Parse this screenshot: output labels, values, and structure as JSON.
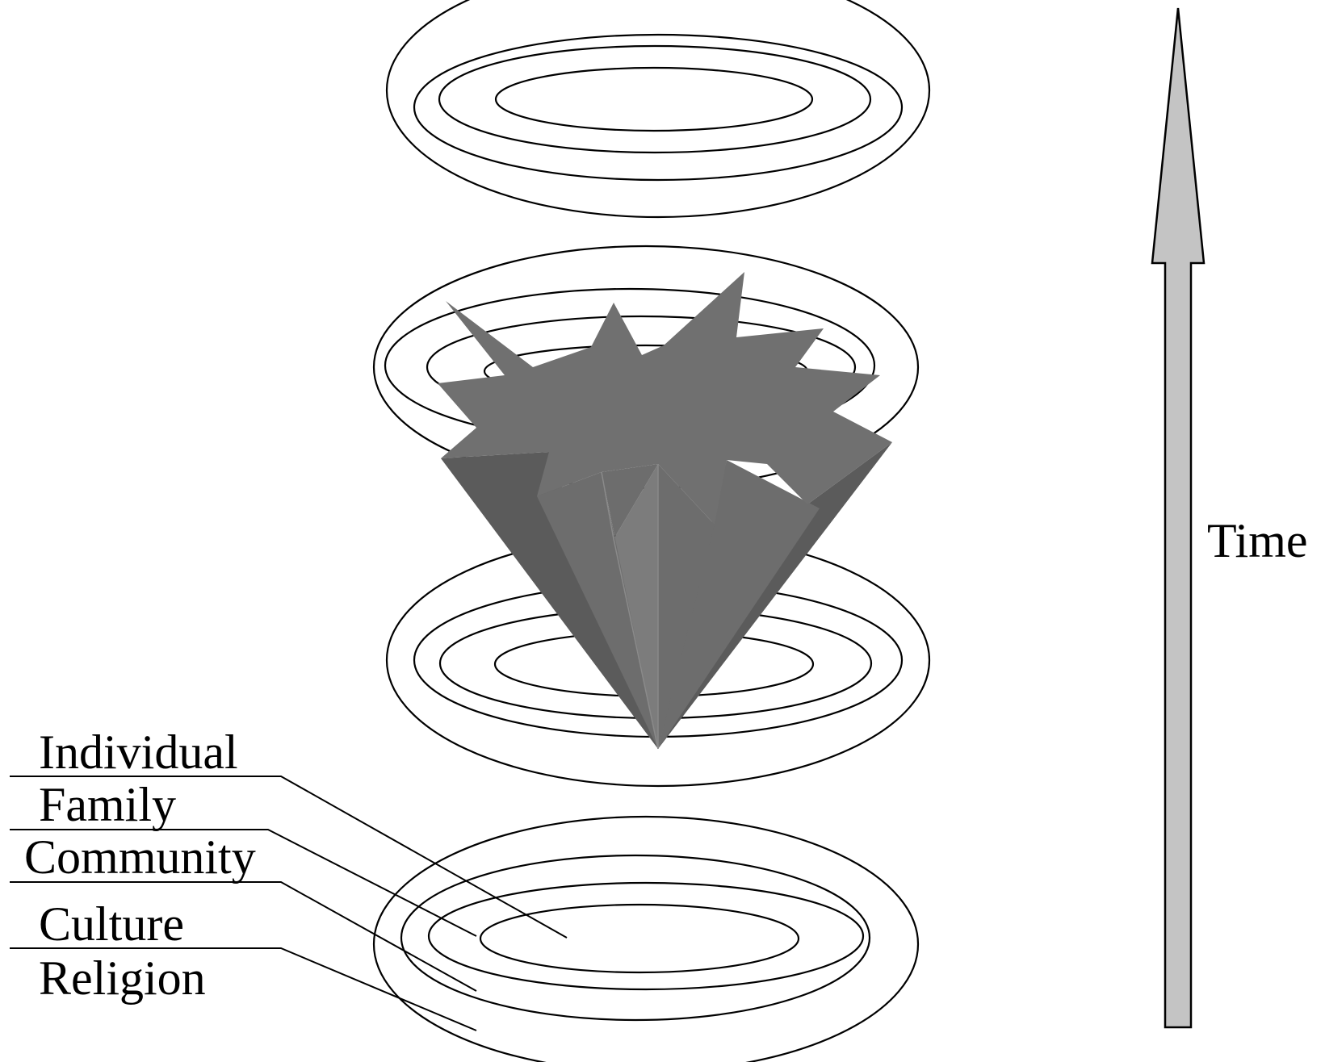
{
  "diagram": {
    "layer_labels": [
      "Individual",
      "Family",
      "Community",
      "Culture",
      "Religion"
    ],
    "axis_label": "Time",
    "ring_stroke_color": "#000000",
    "shape_colors": {
      "dark": "#5b5b5b",
      "mid": "#6d6d6d",
      "light": "#7c7c7c",
      "top": "#707070"
    },
    "arrow_fill_color": "#c4c4c4"
  }
}
